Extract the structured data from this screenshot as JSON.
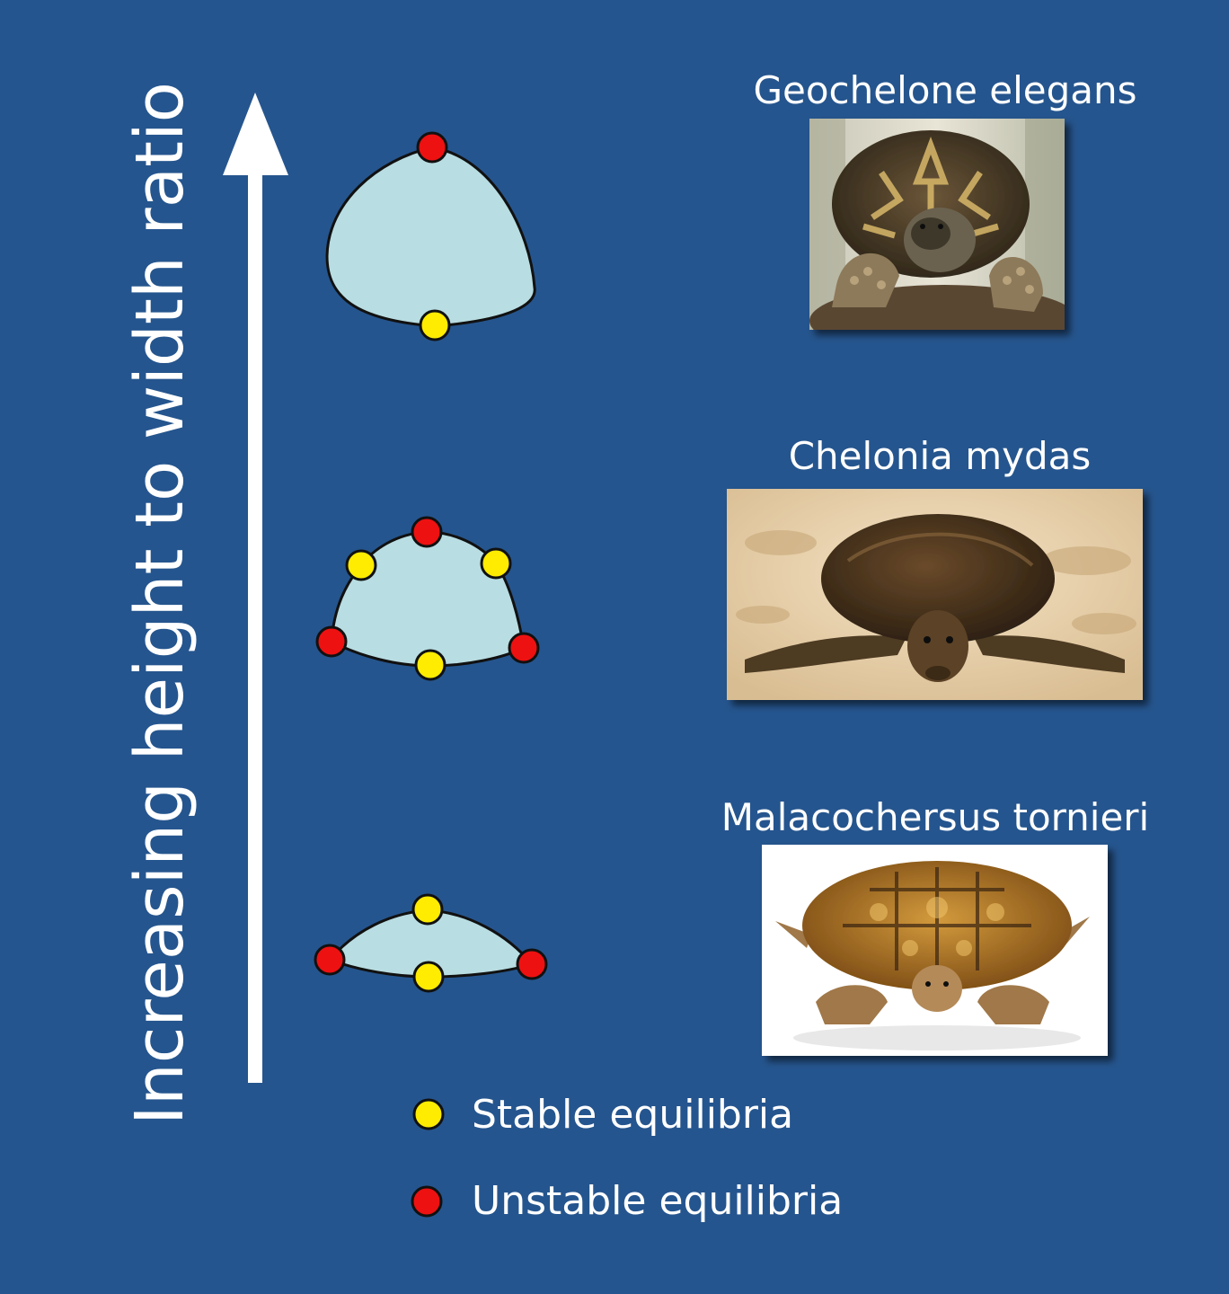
{
  "axis": {
    "label": "Increasing height to width ratio"
  },
  "species": [
    {
      "name": "Geochelone elegans",
      "photo": "star-tortoise-photo"
    },
    {
      "name": "Chelonia mydas",
      "photo": "green-sea-turtle-photo"
    },
    {
      "name": "Malacochersus tornieri",
      "photo": "pancake-tortoise-photo"
    }
  ],
  "legend": {
    "stable": "Stable equilibria",
    "unstable": "Unstable equilibria"
  },
  "colors": {
    "background": "#25558e",
    "shell_fill": "#b8dde2",
    "stable": "#ffec00",
    "unstable": "#ee1111"
  }
}
